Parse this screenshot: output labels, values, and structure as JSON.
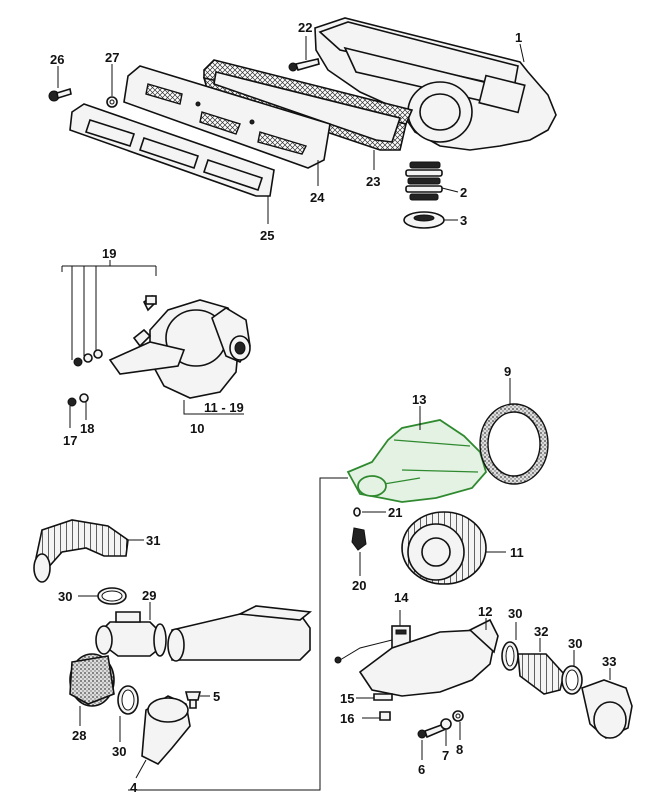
{
  "diagram": {
    "title": "Heater blower and air hose assembly parts diagram",
    "callouts": {
      "c1": "1",
      "c2": "2",
      "c3": "3",
      "c4": "4",
      "c5": "5",
      "c6": "6",
      "c7": "7",
      "c8": "8",
      "c9": "9",
      "c10": "10",
      "c11": "11",
      "c11_19": "11 - 19",
      "c12": "12",
      "c13": "13",
      "c14": "14",
      "c15": "15",
      "c16": "16",
      "c17": "17",
      "c18": "18",
      "c19": "19",
      "c20": "20",
      "c21": "21",
      "c22": "22",
      "c23": "23",
      "c24": "24",
      "c25": "25",
      "c26": "26",
      "c27": "27",
      "c28": "28",
      "c29": "29",
      "c30a": "30",
      "c30b": "30",
      "c30c": "30",
      "c30d": "30",
      "c31": "31",
      "c32": "32",
      "c33": "33"
    },
    "highlighted_part": "13",
    "colors": {
      "line": "#111111",
      "highlight_stroke": "#2f8a2f",
      "highlight_fill": "#e4f2e4"
    }
  }
}
